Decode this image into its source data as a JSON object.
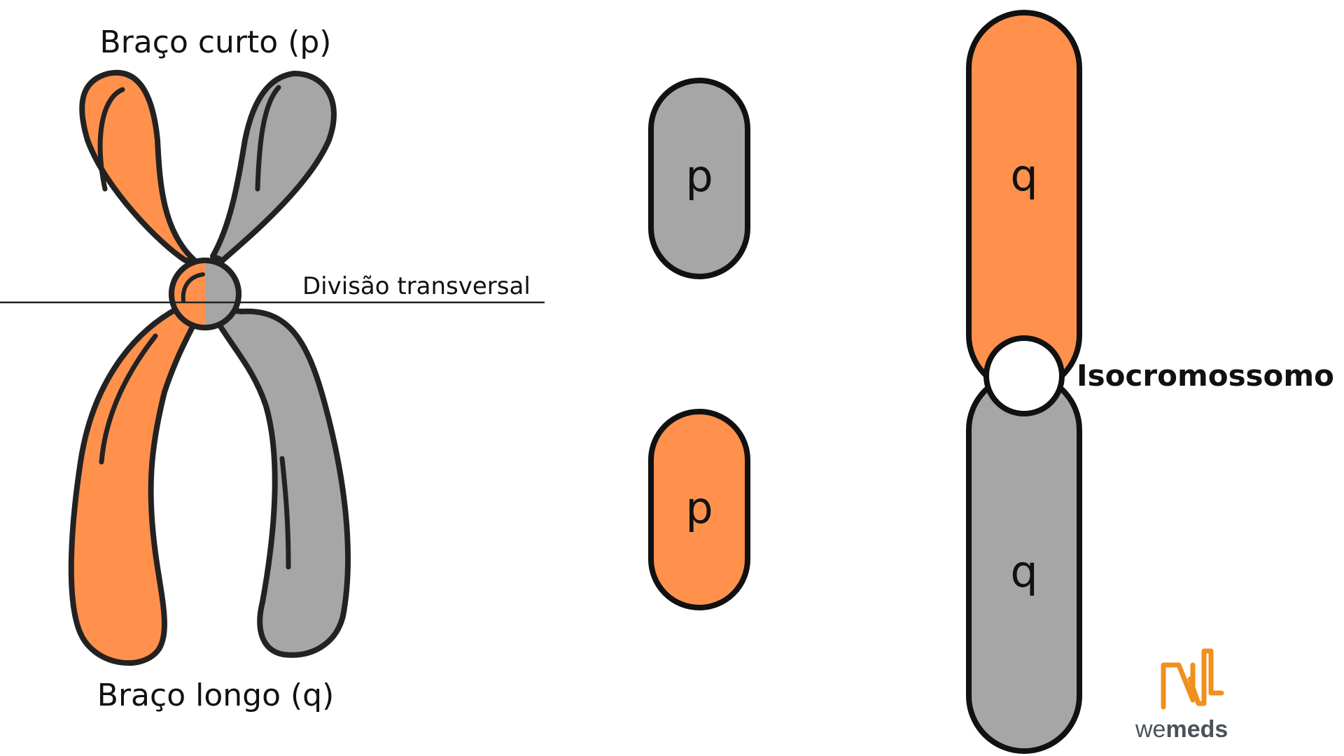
{
  "labels": {
    "short_arm": "Braço curto (p)",
    "long_arm": "Braço longo (q)",
    "division": "Divisão transversal",
    "isochromosome": "Isocromossomo"
  },
  "fragments": {
    "p_gray": "p",
    "p_orange": "p"
  },
  "isochromosome": {
    "top_arm": "q",
    "bottom_arm": "q"
  },
  "logo": {
    "text_we": "we",
    "text_meds": "meds"
  },
  "colors": {
    "orange": "#FF914D",
    "gray": "#A6A6A6",
    "outline": "#222222",
    "logo_orange": "#F0901E",
    "logo_gray": "#4A5258"
  }
}
